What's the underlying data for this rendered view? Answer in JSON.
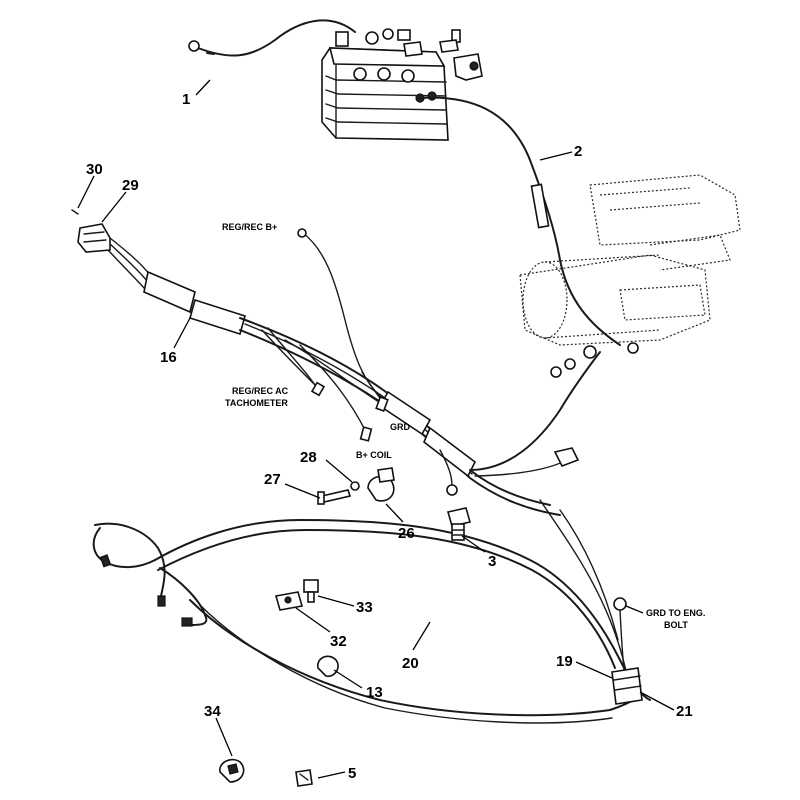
{
  "callouts": {
    "c1": "1",
    "c2": "2",
    "c3": "3",
    "c5": "5",
    "c13": "13",
    "c16": "16",
    "c19": "19",
    "c20": "20",
    "c21": "21",
    "c26": "26",
    "c27": "27",
    "c28": "28",
    "c29": "29",
    "c30": "30",
    "c32": "32",
    "c33": "33",
    "c34": "34"
  },
  "labels": {
    "reg_rec_b_plus": "REG/REC B+",
    "reg_rec_ac": "REG/REC AC",
    "tachometer": "TACHOMETER",
    "grd": "GRD",
    "b_plus_coil": "B+ COIL",
    "grd_to_eng_line1": "GRD TO ENG.",
    "grd_to_eng_line2": "BOLT"
  }
}
